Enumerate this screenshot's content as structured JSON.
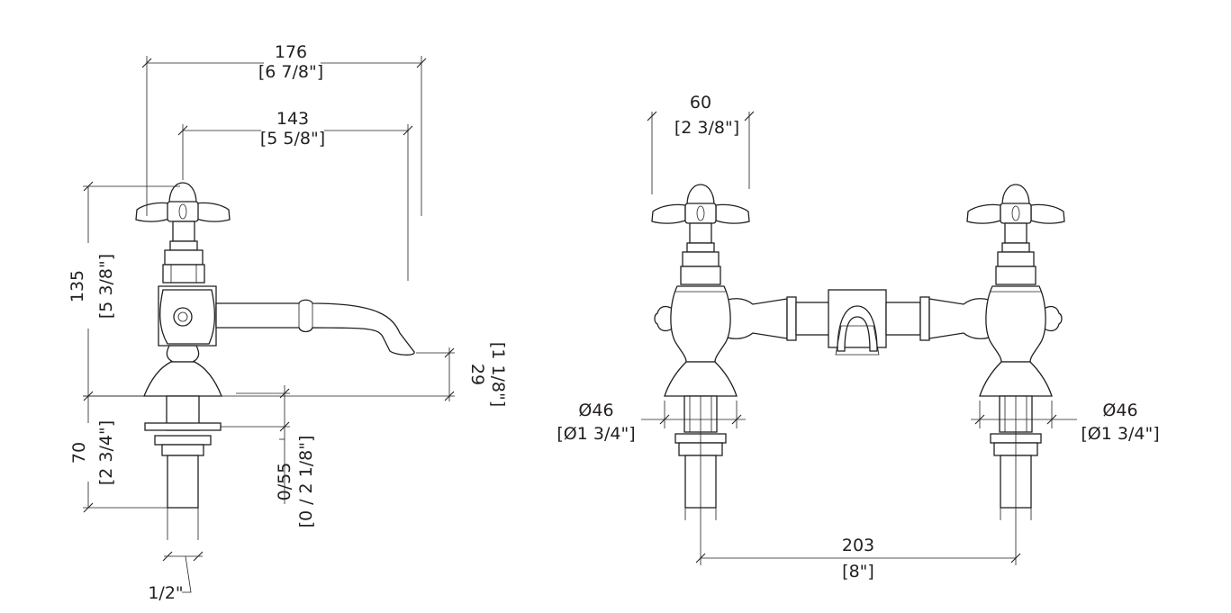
{
  "side_view": {
    "overall_width": {
      "mm": "176",
      "in": "[6 7/8\"]"
    },
    "spout_reach": {
      "mm": "143",
      "in": "[5 5/8\"]"
    },
    "height": {
      "mm": "135",
      "in": "[5 3/8\"]"
    },
    "spout_height": {
      "mm": "29",
      "in": "[1 1/8\"]"
    },
    "shank_length": {
      "mm": "70",
      "in": "[2 3/4\"]"
    },
    "deck_thickness": {
      "mm": "0/55",
      "in": "[0 / 2 1/8\"]"
    },
    "thread": {
      "label": "1/2\""
    }
  },
  "front_view": {
    "handle_width": {
      "mm": "60",
      "in": "[2 3/8\"]"
    },
    "left_base_dia": {
      "mm": "Ø46",
      "in": "[Ø1 3/4\"]"
    },
    "right_base_dia": {
      "mm": "Ø46",
      "in": "[Ø1 3/4\"]"
    },
    "centres": {
      "mm": "203",
      "in": "[8\"]"
    }
  }
}
